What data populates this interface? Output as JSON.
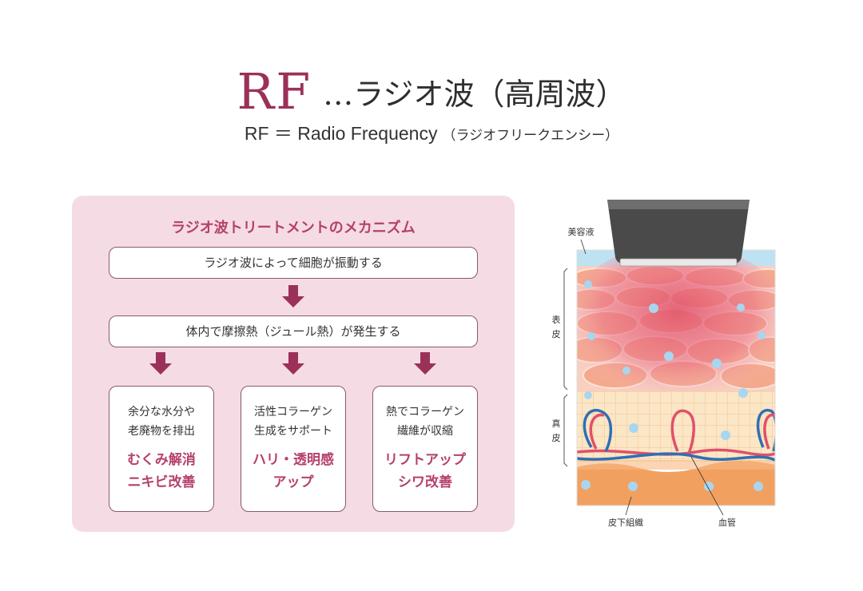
{
  "header": {
    "title_rf": "RF",
    "title_jp": "…ラジオ波（高周波）",
    "subtitle": "RF ＝ Radio Frequency",
    "subtitle_paren": "（ラジオフリークエンシー）"
  },
  "mechanism": {
    "title": "ラジオ波トリートメントのメカニズム",
    "steps": [
      "ラジオ波によって細胞が振動する",
      "体内で摩擦熱（ジュール熱）が発生する"
    ],
    "effects": [
      {
        "desc": "余分な水分や\n老廃物を排出",
        "result": "むくみ解消\nニキビ改善"
      },
      {
        "desc": "活性コラーゲン\n生成をサポート",
        "result": "ハリ・透明感\nアップ"
      },
      {
        "desc": "熱でコラーゲン\n繊維が収縮",
        "result": "リフトアップ\nシワ改善"
      }
    ]
  },
  "skin_diagram": {
    "labels": {
      "serum": "美容液",
      "epidermis_1": "表",
      "epidermis_2": "皮",
      "dermis_1": "真",
      "dermis_2": "皮",
      "subcutaneous": "皮下組織",
      "blood_vessel": "血管"
    },
    "colors": {
      "accent": "#9b3158",
      "panel": "#f5dce4",
      "vessel_red": "#e0506a",
      "vessel_blue": "#2f6fb3",
      "fat": "#f2a060"
    }
  }
}
